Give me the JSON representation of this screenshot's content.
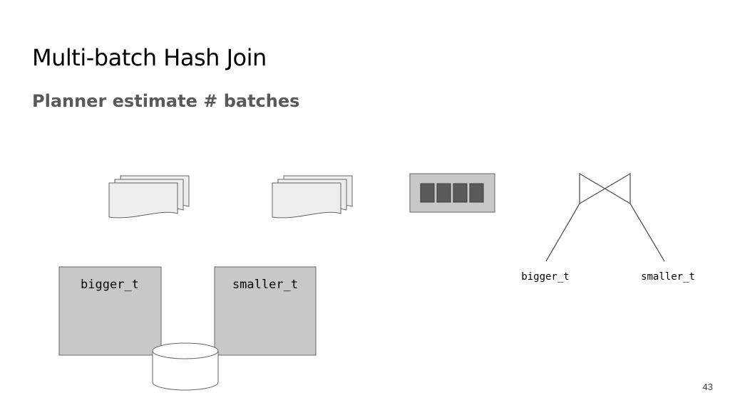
{
  "slide": {
    "title": "Multi-batch Hash Join",
    "subtitle": "Planner estimate # batches",
    "page_number": "43"
  },
  "tables": {
    "bigger": "bigger_t",
    "smaller": "smaller_t"
  },
  "plan_tree": {
    "left_label": "bigger_t",
    "right_label": "smaller_t"
  },
  "hash_buckets": {
    "count": 4
  },
  "colors": {
    "table_fill": "#c8c8c8",
    "page_fill": "#eeeeee",
    "bucket_fill": "#5a5a5a",
    "stroke": "#666666"
  }
}
